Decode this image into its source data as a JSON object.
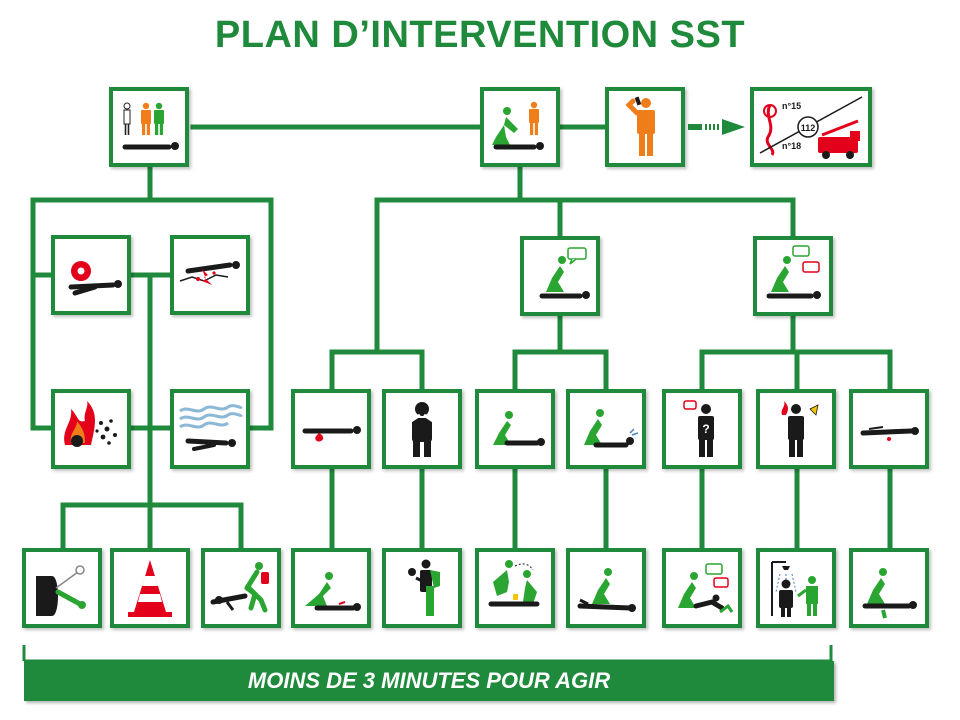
{
  "title": "PLAN D’INTERVENTION SST",
  "banner": "MOINS DE 3 MINUTES POUR AGIR",
  "colors": {
    "green": "#1f8a3c",
    "orange": "#ee7d1a",
    "red": "#e3001b",
    "black": "#1a1a1a"
  },
  "alert_numbers": {
    "samu": "n°15",
    "europe": "112",
    "pompiers": "n°18"
  }
}
